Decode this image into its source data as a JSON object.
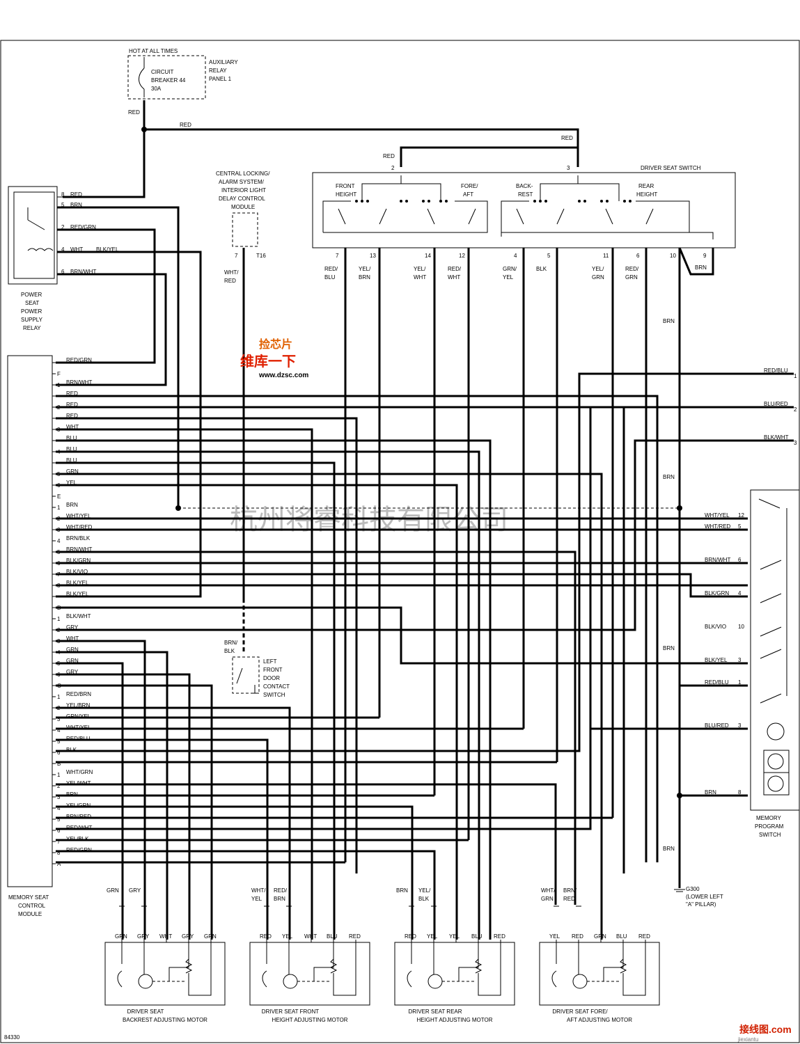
{
  "top": {
    "hot_label": "HOT AT ALL TIMES",
    "breaker_lines": [
      "CIRCUIT",
      "BREAKER 44",
      "30A"
    ],
    "relay_panel_lines": [
      "AUXILIARY",
      "RELAY",
      "PANEL 1"
    ],
    "red": "RED",
    "diagram_id": "84330"
  },
  "power_relay": {
    "label_lines": [
      "POWER",
      "SEAT",
      "POWER",
      "SUPPLY",
      "RELAY"
    ],
    "pins": [
      {
        "pin": "8",
        "color": "RED"
      },
      {
        "pin": "5",
        "color": "BRN"
      },
      {
        "pin": "2",
        "color": "RED/GRN"
      },
      {
        "pin": "4",
        "color": "WHT"
      },
      {
        "pin": "6",
        "color": "BRN/WHT"
      }
    ],
    "blk_yel": "BLK/YEL"
  },
  "central_module": {
    "label_lines": [
      "CENTRAL LOCKING/",
      "ALARM SYSTEM/",
      "INTERIOR LIGHT",
      "DELAY CONTROL",
      "MODULE"
    ],
    "pin": "7",
    "connector": "T16",
    "wire_lines": [
      "WHT/",
      "RED"
    ]
  },
  "driver_seat_switch": {
    "title": "DRIVER SEAT SWITCH",
    "groups": [
      "FRONT",
      "HEIGHT",
      "FORE/",
      "AFT",
      "BACK-",
      "REST",
      "REAR",
      "HEIGHT"
    ],
    "top_pins": [
      "2",
      "3"
    ],
    "pins": [
      {
        "pin": "7",
        "l1": "RED/",
        "l2": "BLU"
      },
      {
        "pin": "13",
        "l1": "YEL/",
        "l2": "BRN"
      },
      {
        "pin": "14",
        "l1": "YEL/",
        "l2": "WHT"
      },
      {
        "pin": "12",
        "l1": "RED/",
        "l2": "WHT"
      },
      {
        "pin": "4",
        "l1": "GRN/",
        "l2": "YEL"
      },
      {
        "pin": "5",
        "l1": "BLK",
        "l2": ""
      },
      {
        "pin": "11",
        "l1": "YEL/",
        "l2": "GRN"
      },
      {
        "pin": "6",
        "l1": "RED/",
        "l2": "GRN"
      },
      {
        "pin": "10",
        "l1": "",
        "l2": ""
      },
      {
        "pin": "9",
        "l1": "BRN",
        "l2": ""
      }
    ],
    "brn": "BRN"
  },
  "memory_module": {
    "label_lines": [
      "MEMORY SEAT",
      "CONTROL",
      "MODULE"
    ],
    "rows": [
      {
        "pin": "",
        "label": "RED/GRN"
      },
      {
        "pin": "F",
        "label": ""
      },
      {
        "pin": "1",
        "label": "BRN/WHT"
      },
      {
        "pin": "",
        "label": "RED"
      },
      {
        "pin": "2",
        "label": "RED"
      },
      {
        "pin": "",
        "label": "RED"
      },
      {
        "pin": "3",
        "label": "WHT"
      },
      {
        "pin": "",
        "label": "BLU"
      },
      {
        "pin": "4",
        "label": "BLU"
      },
      {
        "pin": "",
        "label": "BLU"
      },
      {
        "pin": "5",
        "label": "GRN"
      },
      {
        "pin": "6",
        "label": "YEL"
      },
      {
        "pin": "E",
        "label": ""
      },
      {
        "pin": "1",
        "label": "BRN"
      },
      {
        "pin": "2",
        "label": "WHT/YEL"
      },
      {
        "pin": "3",
        "label": "WHT/RED"
      },
      {
        "pin": "4",
        "label": "BRN/BLK"
      },
      {
        "pin": "5",
        "label": "BRN/WHT"
      },
      {
        "pin": "6",
        "label": "BLK/GRN"
      },
      {
        "pin": "7",
        "label": "BLK/VIO"
      },
      {
        "pin": "8",
        "label": "BLK/YEL"
      },
      {
        "pin": "",
        "label": "BLK/YEL"
      },
      {
        "pin": "D",
        "label": ""
      },
      {
        "pin": "1",
        "label": "BLK/WHT"
      },
      {
        "pin": "2",
        "label": "GRY"
      },
      {
        "pin": "3",
        "label": "WHT"
      },
      {
        "pin": "4",
        "label": "GRN"
      },
      {
        "pin": "5",
        "label": "GRN"
      },
      {
        "pin": "6",
        "label": "GRY"
      },
      {
        "pin": "C",
        "label": ""
      },
      {
        "pin": "1",
        "label": "RED/BRN"
      },
      {
        "pin": "2",
        "label": "YEL/BRN"
      },
      {
        "pin": "3",
        "label": "GRN/YEL"
      },
      {
        "pin": "4",
        "label": "WHT/YEL"
      },
      {
        "pin": "5",
        "label": "RED/BLU"
      },
      {
        "pin": "6",
        "label": "BLK"
      },
      {
        "pin": "B",
        "label": ""
      },
      {
        "pin": "1",
        "label": "WHT/GRN"
      },
      {
        "pin": "2",
        "label": "YEL/WHT"
      },
      {
        "pin": "3",
        "label": "BRN"
      },
      {
        "pin": "4",
        "label": "YEL/GRN"
      },
      {
        "pin": "5",
        "label": "BRN/RED"
      },
      {
        "pin": "6",
        "label": "RED/WHT"
      },
      {
        "pin": "7",
        "label": "YEL/BLK"
      },
      {
        "pin": "8",
        "label": "RED/GRN"
      },
      {
        "pin": "A",
        "label": ""
      }
    ]
  },
  "right_side": {
    "ext": [
      {
        "label": "RED/BLU",
        "pin": "1"
      },
      {
        "label": "BLU/RED",
        "pin": "2"
      },
      {
        "label": "BLK/WHT",
        "pin": "3"
      }
    ],
    "brn": "BRN",
    "memory_switch_label_lines": [
      "MEMORY",
      "PROGRAM",
      "SWITCH"
    ],
    "mps_pins": [
      {
        "label": "WHT/YEL",
        "pin": "12"
      },
      {
        "label": "WHT/RED",
        "pin": "5"
      },
      {
        "label": "BRN/WHT",
        "pin": "6"
      },
      {
        "label": "BLK/GRN",
        "pin": "4"
      },
      {
        "label": "BLK/VIO",
        "pin": "10"
      },
      {
        "label": "BLK/YEL",
        "pin": "3"
      },
      {
        "label": "RED/BLU",
        "pin": "1"
      },
      {
        "label": "BLU/RED",
        "pin": "3"
      },
      {
        "label": "BRN",
        "pin": "8"
      }
    ],
    "ground": "G300",
    "ground_lines": [
      "(LOWER LEFT",
      "\"A\" PILLAR)"
    ]
  },
  "door_switch": {
    "wire_lines": [
      "BRN/",
      "BLK"
    ],
    "label_lines": [
      "LEFT",
      "FRONT",
      "DOOR",
      "CONTACT",
      "SWITCH"
    ]
  },
  "motors": [
    {
      "label_lines": [
        "DRIVER SEAT",
        "BACKREST ADJUSTING MOTOR"
      ],
      "top": [
        {
          "l1": "GRN",
          "l2": ""
        },
        {
          "l1": "GRY",
          "l2": ""
        }
      ],
      "pins": [
        "GRN",
        "GRY",
        "WHT",
        "GRY",
        "GRN"
      ]
    },
    {
      "label_lines": [
        "DRIVER SEAT FRONT",
        "HEIGHT ADJUSTING MOTOR"
      ],
      "top": [
        {
          "l1": "WHT/",
          "l2": "YEL"
        },
        {
          "l1": "RED/",
          "l2": "BRN"
        }
      ],
      "pins": [
        "RED",
        "YEL",
        "WHT",
        "BLU",
        "RED"
      ]
    },
    {
      "label_lines": [
        "DRIVER SEAT REAR",
        "HEIGHT ADJUSTING MOTOR"
      ],
      "top": [
        {
          "l1": "BRN",
          "l2": ""
        },
        {
          "l1": "YEL/",
          "l2": "BLK"
        }
      ],
      "pins": [
        "RED",
        "YEL",
        "YEL",
        "BLU",
        "RED"
      ]
    },
    {
      "label_lines": [
        "DRIVER SEAT FORE/",
        "AFT ADJUSTING MOTOR"
      ],
      "top": [
        {
          "l1": "WHT/",
          "l2": "GRN"
        },
        {
          "l1": "BRN/",
          "l2": "RED"
        }
      ],
      "pins": [
        "YEL",
        "RED",
        "GRN",
        "BLU",
        "RED"
      ]
    }
  ],
  "watermarks": {
    "company": "杭州将睿科技有限公司",
    "logo_top": "捡芯片",
    "logo_mid": "维库一下",
    "logo_url": "www.dzsc.com",
    "corner": "接线图.com",
    "corner_small": "jiexiantu"
  }
}
